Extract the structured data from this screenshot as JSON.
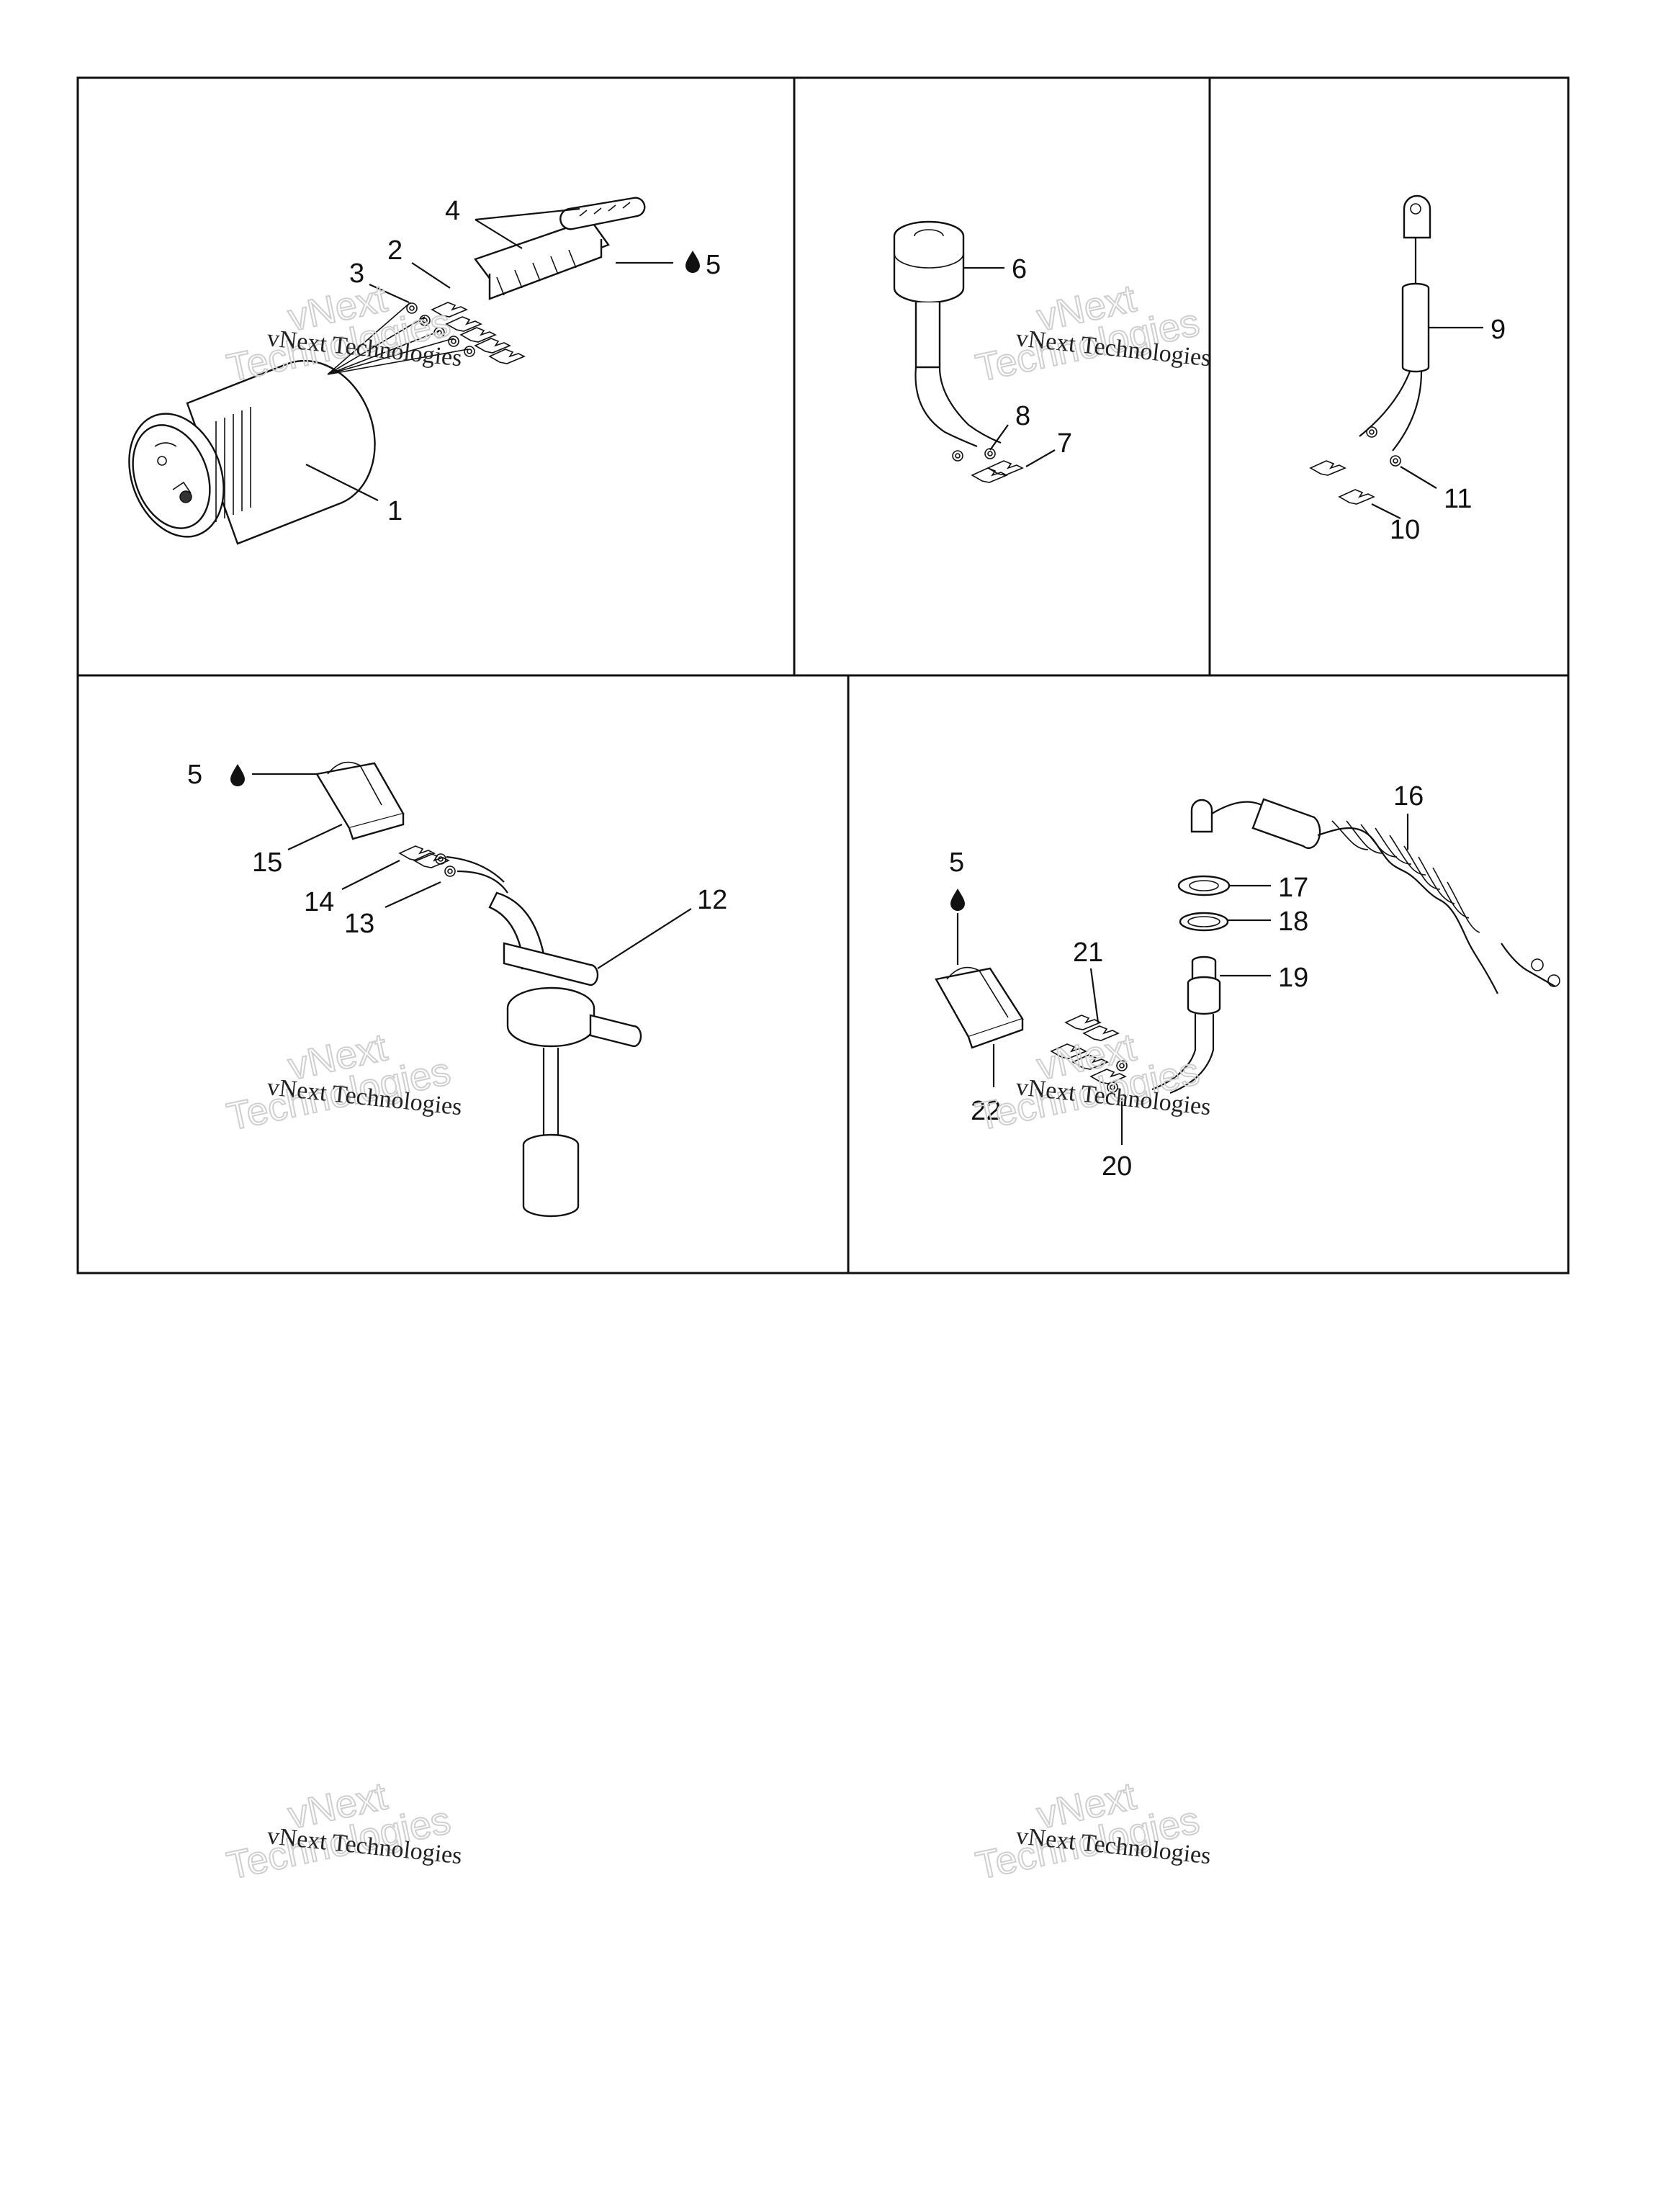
{
  "diagram": {
    "panels": [
      {
        "id": "panel-gauge",
        "labels": [
          "1",
          "2",
          "3",
          "4",
          "5"
        ]
      },
      {
        "id": "panel-sensor",
        "labels": [
          "6",
          "7",
          "8"
        ]
      },
      {
        "id": "panel-probe",
        "labels": [
          "9",
          "10",
          "11"
        ]
      },
      {
        "id": "panel-fuel-sender",
        "labels": [
          "5",
          "12",
          "13",
          "14",
          "15"
        ]
      },
      {
        "id": "panel-oil-switch",
        "labels": [
          "5",
          "16",
          "17",
          "18",
          "19",
          "20",
          "21",
          "22"
        ]
      }
    ],
    "callouts": {
      "c1": "1",
      "c2": "2",
      "c3": "3",
      "c4": "4",
      "c5a": "5",
      "c6": "6",
      "c7": "7",
      "c8": "8",
      "c9": "9",
      "c10": "10",
      "c11": "11",
      "c5b": "5",
      "c12": "12",
      "c13": "13",
      "c14": "14",
      "c15": "15",
      "c16": "16",
      "c17": "17",
      "c18": "18",
      "c19": "19",
      "c20": "20",
      "c21": "21",
      "c22": "22",
      "c5c": "5"
    },
    "watermark": {
      "line1": "vNext Technologies",
      "line2": "vNext",
      "line3": "Technologies"
    },
    "colors": {
      "stroke": "#111111",
      "watermark_outline": "#cfcfcf",
      "background": "#ffffff"
    },
    "icons": [
      "drop-icon"
    ]
  }
}
